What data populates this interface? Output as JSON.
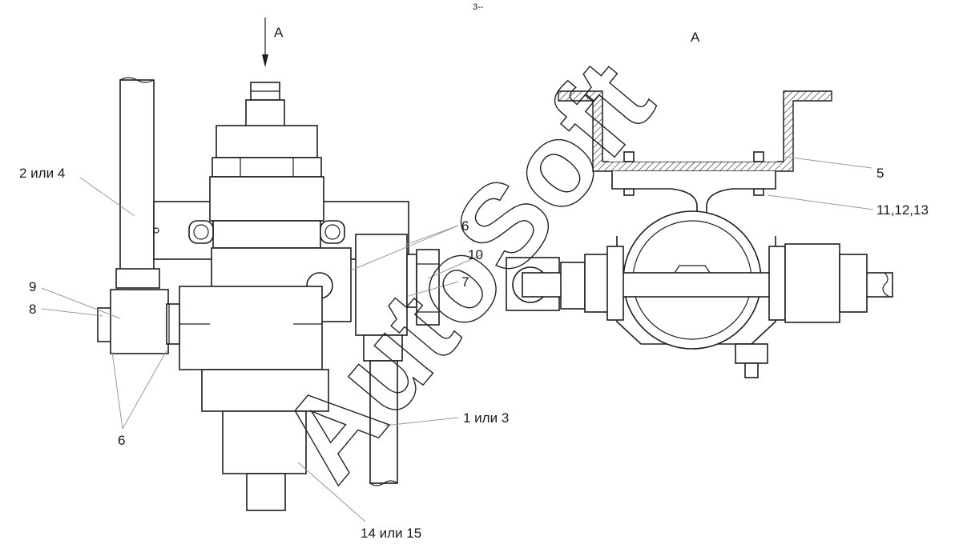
{
  "labels": {
    "view_arrow": "А",
    "view_title": "А",
    "top_mark": "3--",
    "part_2_or_4": "2 или 4",
    "part_9": "9",
    "part_8": "8",
    "part_6_left": "6",
    "part_6_right": "6",
    "part_10": "10",
    "part_7": "7",
    "part_1_or_3": "1 или 3",
    "part_14_or_15": "14 или 15",
    "part_5": "5",
    "part_11_12_13": "11,12,13"
  },
  "watermark": "AutoSoft"
}
